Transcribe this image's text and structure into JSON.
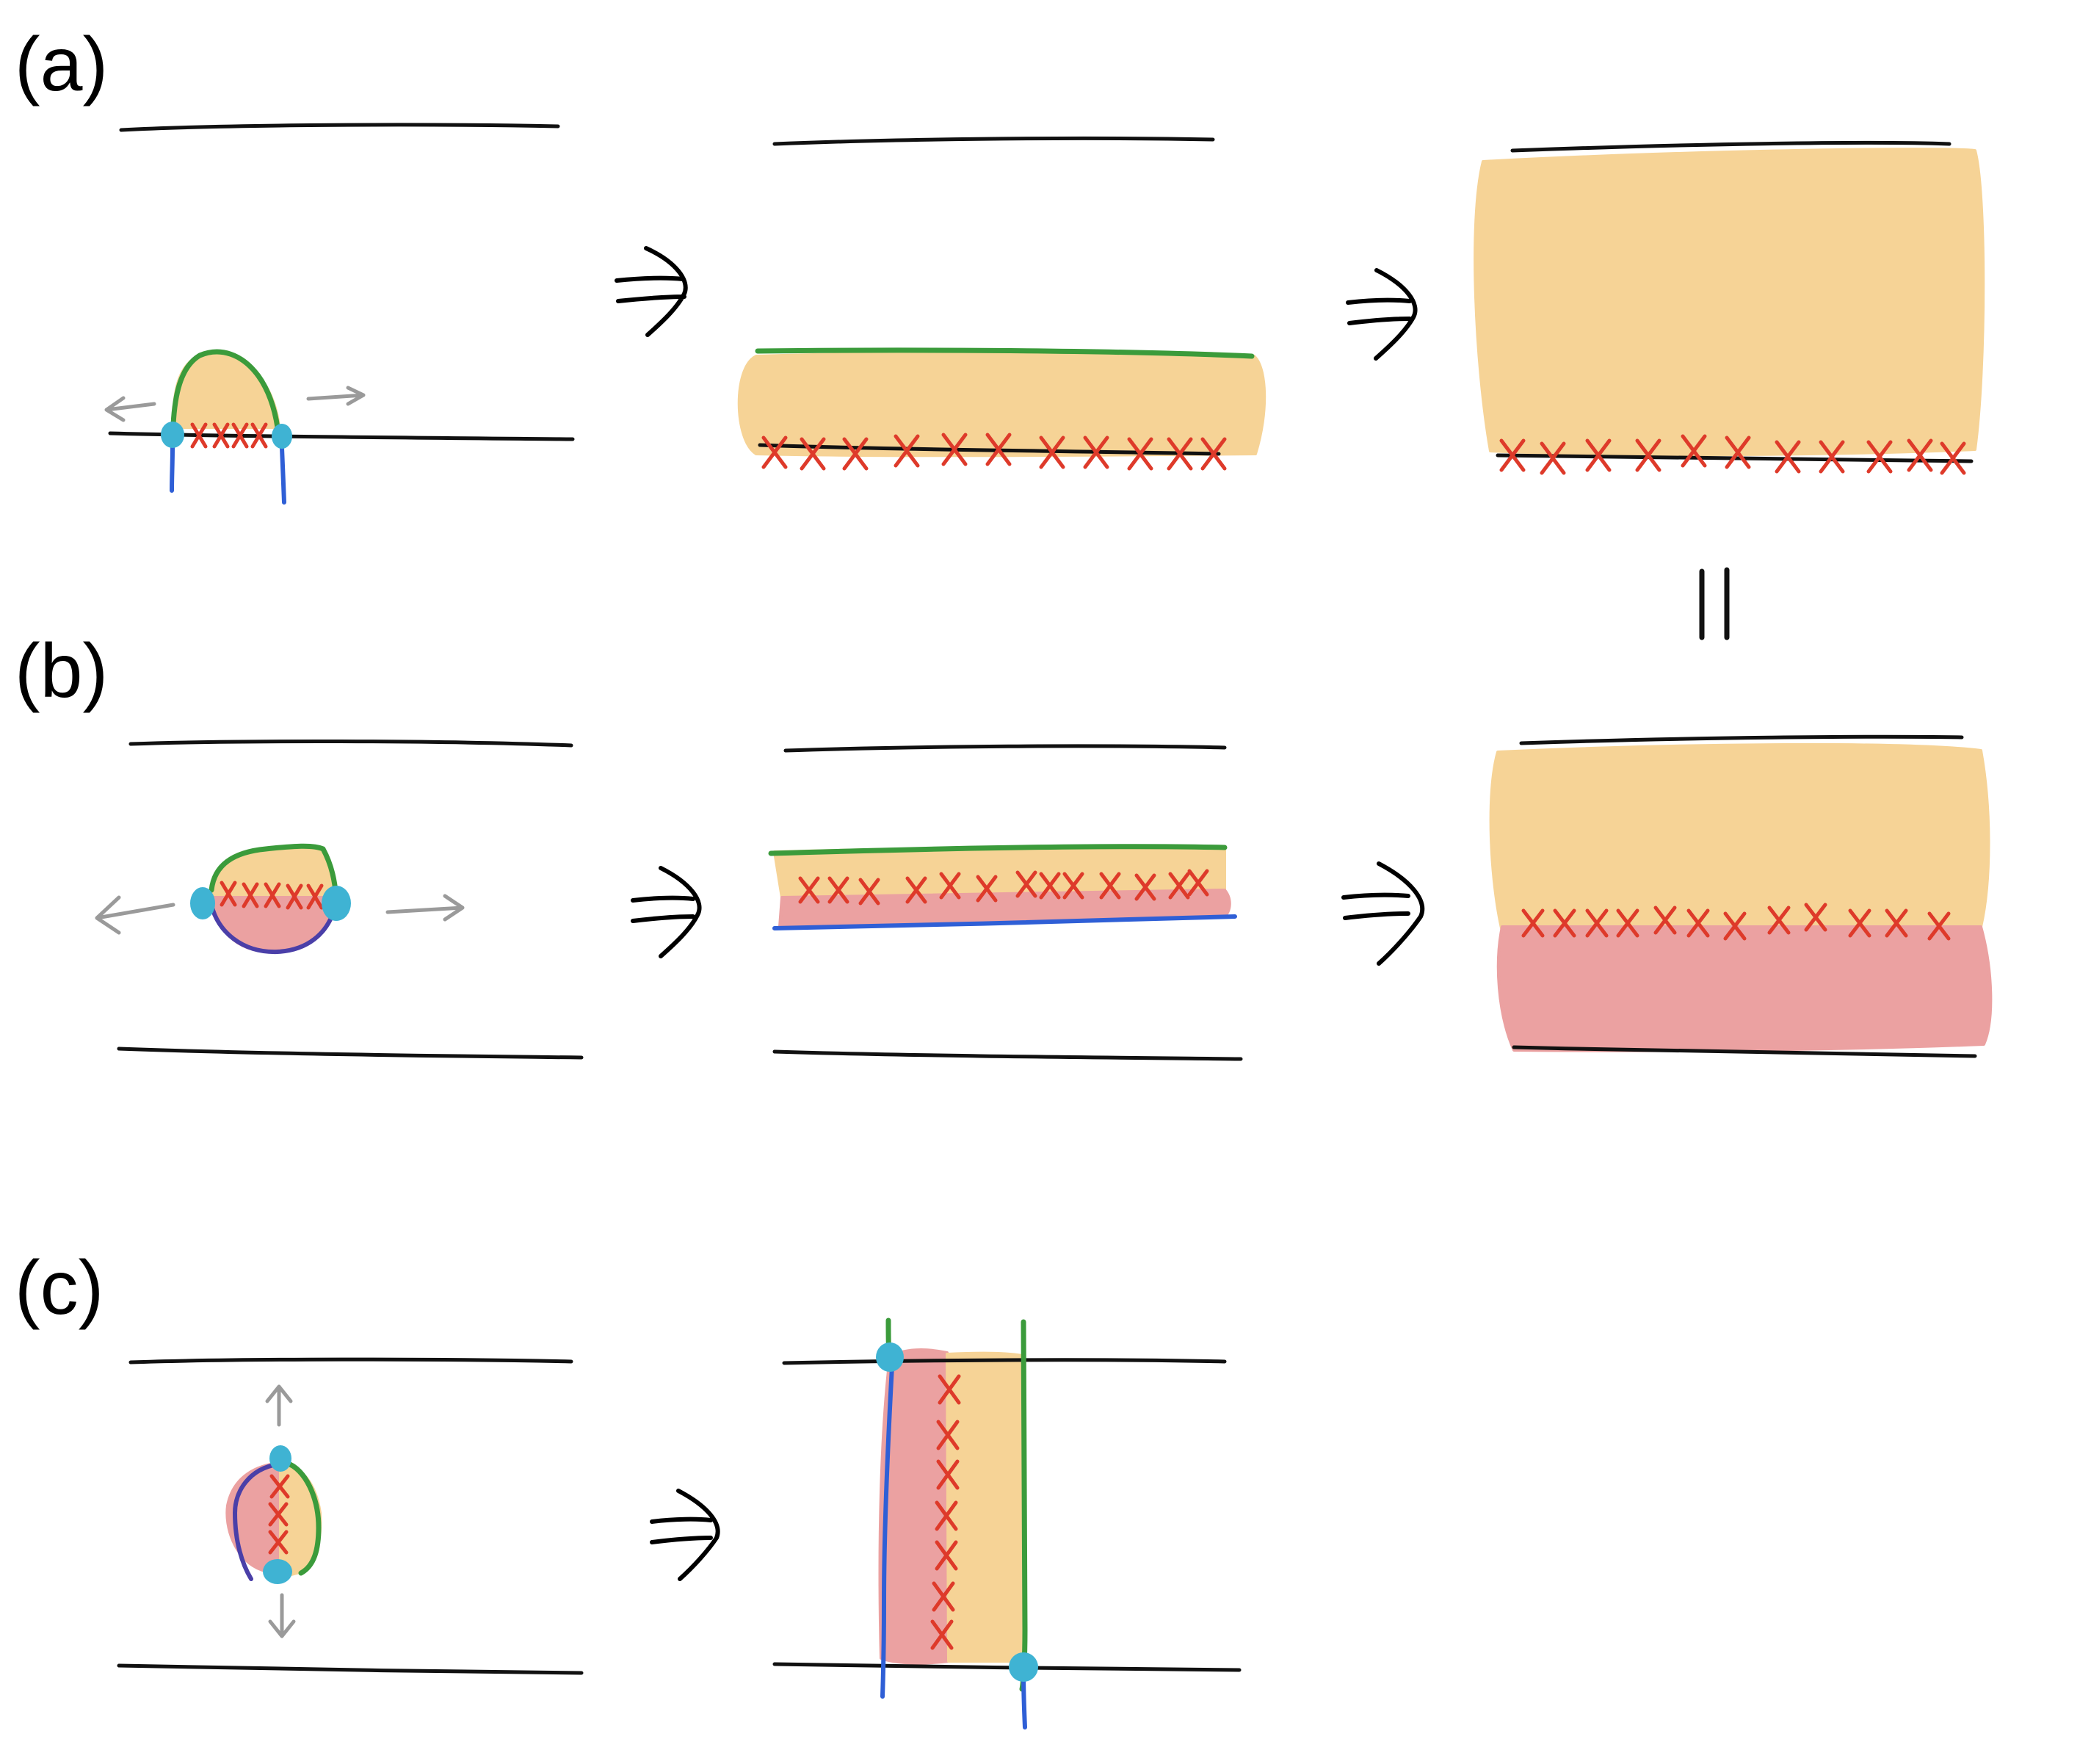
{
  "panels": {
    "a": {
      "label": "(a)"
    },
    "b": {
      "label": "(b)"
    },
    "c": {
      "label": "(c)"
    }
  },
  "colors": {
    "bulk_orange": "#f6d396",
    "bulk_pink": "#eba1a1",
    "boundary_green": "#3b9b3b",
    "boundary_blue": "#2f5fd6",
    "defect_red": "#de3a2a",
    "corner_cyan": "#3fb3d3",
    "arrow_gray": "#9a9a9a",
    "line_black": "#111111"
  },
  "symbols": {
    "implies": "implies-arrow-icon",
    "equals": "equals-vertical-icon"
  }
}
